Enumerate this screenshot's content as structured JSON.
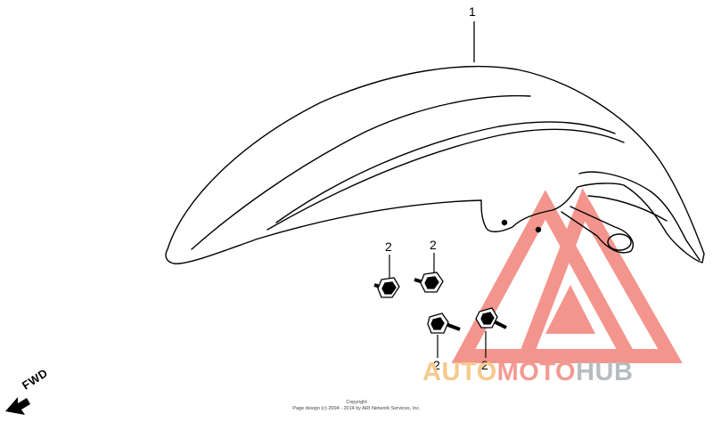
{
  "diagram": {
    "callouts": {
      "fender": "1",
      "bolt_a": "2",
      "bolt_b": "2",
      "bolt_c": "2",
      "bolt_d": "2"
    },
    "direction_label": "FWD",
    "copyright": {
      "line1": "Copyright",
      "line2": "Page design (c) 2004 - 2014 by ARI Network Services, Inc."
    }
  },
  "watermark": {
    "part1": "AUTO",
    "part2": "MOTO",
    "part3": "HUB",
    "colors": {
      "logo_red": "#f2837a",
      "auto": "#f6c98c",
      "moto": "#f29a92",
      "hub": "#b8bcc0"
    }
  }
}
